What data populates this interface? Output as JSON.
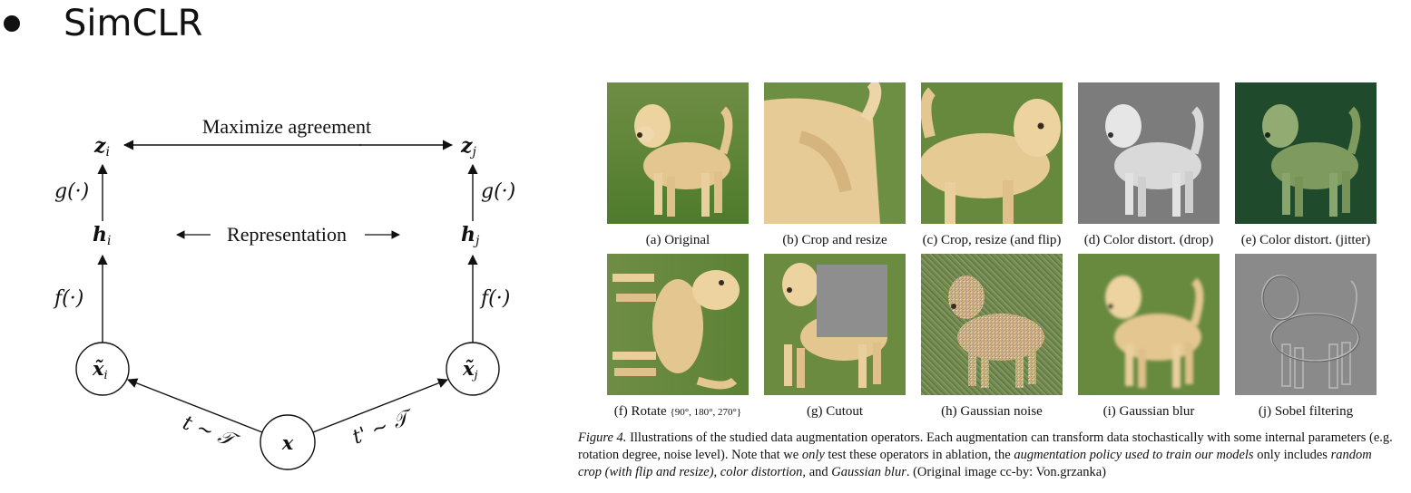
{
  "slide": {
    "bullet_title": "SimCLR"
  },
  "diagram": {
    "agreement_label": "Maximize agreement",
    "representation_label": "Representation",
    "z_i": "z",
    "z_i_sub": "i",
    "z_j": "z",
    "z_j_sub": "j",
    "h_i": "h",
    "h_i_sub": "i",
    "h_j": "h",
    "h_j_sub": "j",
    "g_label_left": "g(·)",
    "g_label_right": "g(·)",
    "f_label_left": "f(·)",
    "f_label_right": "f(·)",
    "x_tilde_i": "x̃",
    "x_tilde_i_sub": "i",
    "x_tilde_j": "x̃",
    "x_tilde_j_sub": "j",
    "x": "x",
    "t_left": "t ∼ 𝒯",
    "t_right": "t' ∼ 𝒯"
  },
  "figure": {
    "panels": [
      {
        "id": "a",
        "label": "(a) Original"
      },
      {
        "id": "b",
        "label": "(b) Crop and resize"
      },
      {
        "id": "c",
        "label": "(c) Crop, resize (and flip)"
      },
      {
        "id": "d",
        "label": "(d) Color distort. (drop)"
      },
      {
        "id": "e",
        "label": "(e) Color distort. (jitter)"
      },
      {
        "id": "f",
        "label": "(f) Rotate",
        "label_suffix": "{90°, 180°, 270°}"
      },
      {
        "id": "g",
        "label": "(g) Cutout"
      },
      {
        "id": "h",
        "label": "(h) Gaussian noise"
      },
      {
        "id": "i",
        "label": "(i) Gaussian blur"
      },
      {
        "id": "j",
        "label": "(j) Sobel filtering"
      }
    ],
    "caption": {
      "figure_label": "Figure 4.",
      "text_1": " Illustrations of the studied data augmentation operators. Each augmentation can transform data stochastically with some internal parameters (e.g. rotation degree, noise level). Note that we ",
      "only": "only",
      "text_2": " test these operators in ablation, the ",
      "policy": "augmentation policy used to train our models",
      "text_3": " only includes ",
      "ops": "random crop (with flip and resize), color distortion,",
      "text_4": " and ",
      "blur": "Gaussian blur",
      "text_5": ". (Original image cc-by: Von.grzanka)"
    }
  }
}
